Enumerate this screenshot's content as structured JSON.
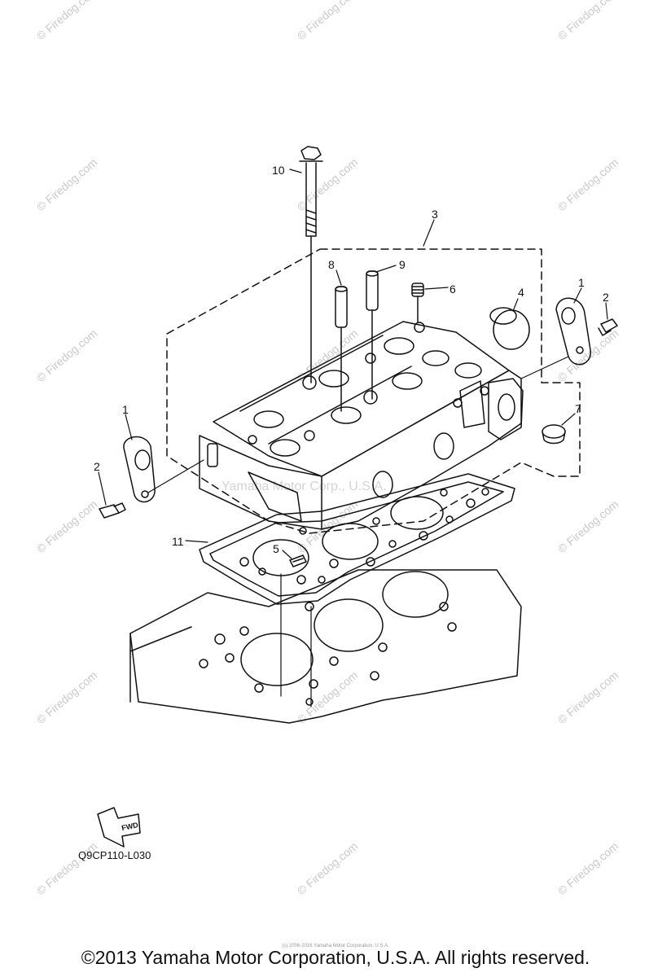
{
  "watermark": {
    "text": "© Firedog.com",
    "center_text": "Yamaha Motor Corp., U.S.A."
  },
  "callouts": [
    {
      "id": "1a",
      "text": "1"
    },
    {
      "id": "1b",
      "text": "1"
    },
    {
      "id": "2a",
      "text": "2"
    },
    {
      "id": "2b",
      "text": "2"
    },
    {
      "id": "3",
      "text": "3"
    },
    {
      "id": "4",
      "text": "4"
    },
    {
      "id": "5",
      "text": "5"
    },
    {
      "id": "6",
      "text": "6"
    },
    {
      "id": "7",
      "text": "7"
    },
    {
      "id": "8",
      "text": "8"
    },
    {
      "id": "9",
      "text": "9"
    },
    {
      "id": "10",
      "text": "10"
    },
    {
      "id": "11",
      "text": "11"
    }
  ],
  "fwd_label": "FWD",
  "diagram_code": "Q9CP110-L030",
  "fine_print": "(c) 2006-2016 Yamaha Motor Corporation, U.S.A.",
  "copyright": "©2013 Yamaha Motor Corporation, U.S.A. All rights reserved."
}
